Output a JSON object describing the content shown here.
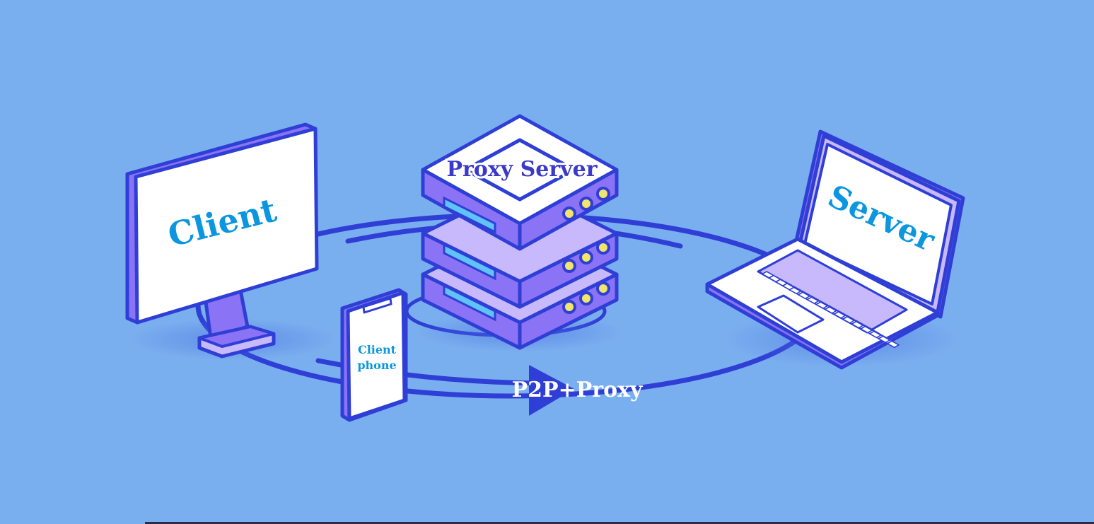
{
  "nodes": {
    "client_monitor": {
      "label": "Client"
    },
    "proxy_server": {
      "label": "Proxy Server"
    },
    "server_laptop": {
      "label": "Server"
    },
    "client_phone": {
      "label_line1": "Client",
      "label_line2": "phone"
    }
  },
  "connection": {
    "label": "P2P+Proxy"
  },
  "colors": {
    "background": "#7aafef",
    "outline": "#2f3fd6",
    "device_purple": "#8a73f5",
    "device_light_purple": "#c7b9fb",
    "screen_white": "#ffffff",
    "label_cyan": "#0b96df",
    "label_indigo": "#3b39c9",
    "connection_label": "#ffffff",
    "indicator_yellow": "#f1e56a",
    "slot_blue": "#5fc3f7"
  }
}
